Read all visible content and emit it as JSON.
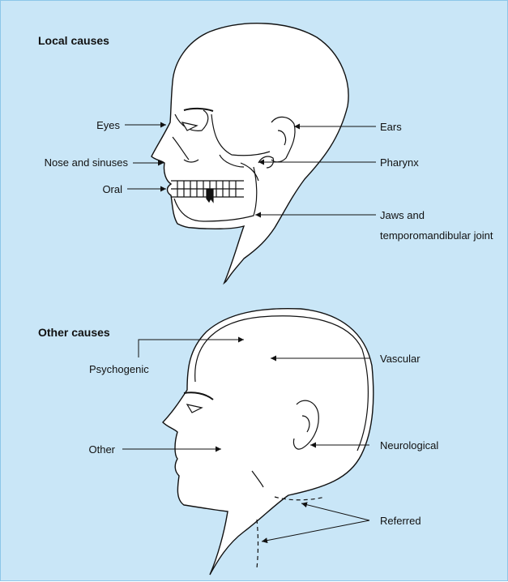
{
  "colors": {
    "panel": "#c9e6f7",
    "border": "#8cc6e8",
    "neck_shade": "#c9e6f7",
    "line": "#111111",
    "figure_fill": "#ffffff"
  },
  "local": {
    "heading": "Local causes",
    "labels": {
      "eyes": "Eyes",
      "nose": "Nose and sinuses",
      "oral": "Oral",
      "ears": "Ears",
      "pharynx": "Pharynx",
      "jaws_line1": "Jaws and",
      "jaws_line2": "temporomandibular joint"
    }
  },
  "other": {
    "heading": "Other causes",
    "labels": {
      "psychogenic": "Psychogenic",
      "vascular": "Vascular",
      "other": "Other",
      "neurological": "Neurological",
      "referred": "Referred"
    }
  }
}
